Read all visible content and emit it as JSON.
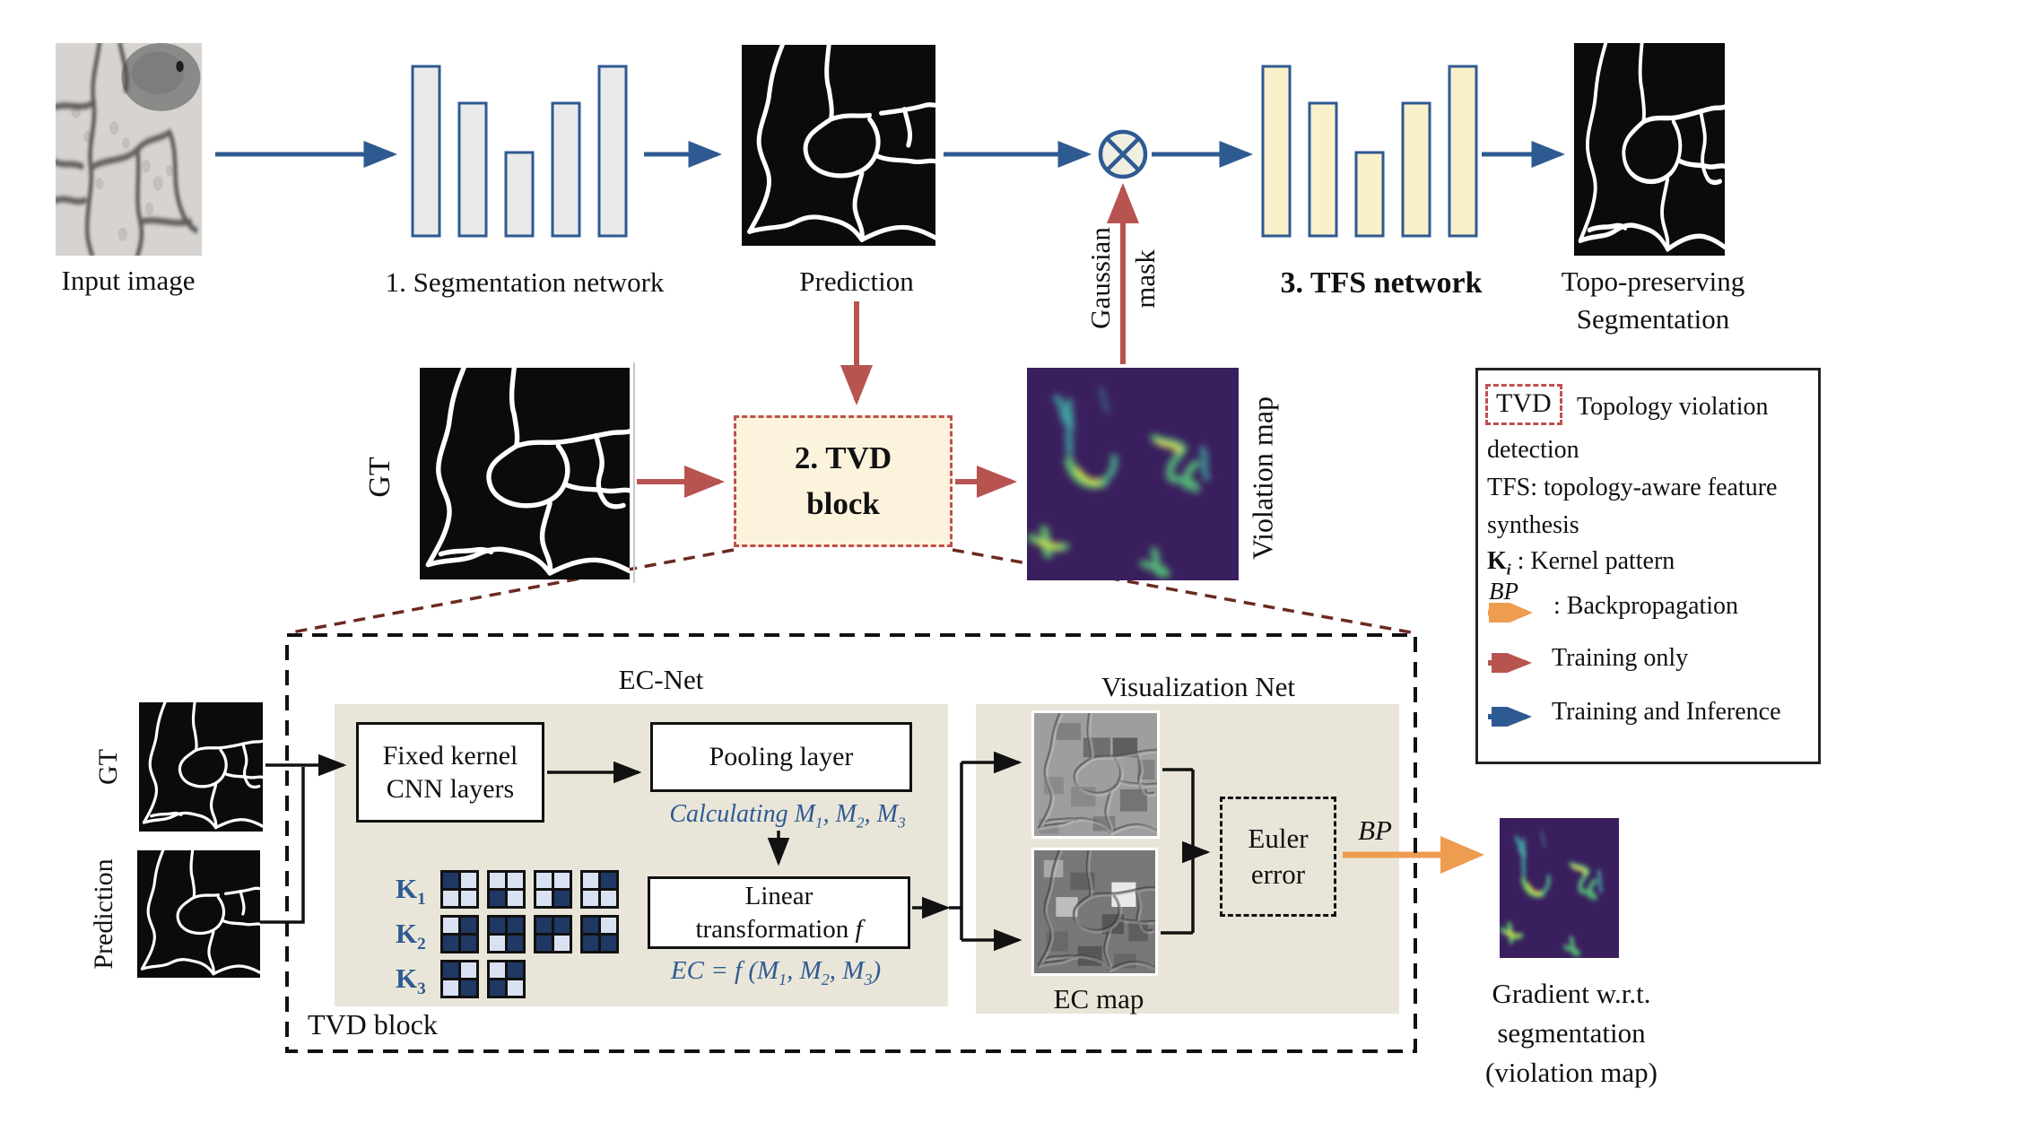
{
  "pipeline": {
    "input_label": "Input image",
    "seg_net_label": "1. Segmentation network",
    "prediction_label": "Prediction",
    "gaussian_word": "Gaussian",
    "mask_word": "mask",
    "tfs_label": "3. TFS network",
    "topo_label_line1": "Topo-preserving",
    "topo_label_line2": "Segmentation",
    "gt_label": "GT",
    "tvd_line1": "2. TVD",
    "tvd_line2": "block",
    "violation_label": "Violation map"
  },
  "legend": {
    "tvd_abbr": "TVD",
    "tvd_desc_line1": "Topology violation",
    "tvd_desc_line2": "detection",
    "tfs_line1": "TFS: topology-aware feature",
    "tfs_line2": "synthesis",
    "ki_abbr": "Kᵢ",
    "ki_desc": ": Kernel pattern",
    "bp_abbr": "BP",
    "bp_desc": ": Backpropagation",
    "training_only": "Training only",
    "training_inference": "Training and Inference"
  },
  "tvd_detail": {
    "block_label": "TVD block",
    "gt_label": "GT",
    "prediction_label": "Prediction",
    "ecnet_title": "EC-Net",
    "fixed_kernel_line1": "Fixed kernel",
    "fixed_kernel_line2": "CNN layers",
    "pooling_label": "Pooling layer",
    "calculating_text": "Calculating M₁, M₂, M₃",
    "linear_line1": "Linear",
    "linear_line2": "transformation",
    "linear_f": "f",
    "ec_formula": "EC = f (M₁, M₂, M₃)",
    "viz_title": "Visualization Net",
    "ec_map_label": "EC map",
    "euler_line1": "Euler",
    "euler_line2": "error",
    "bp_label": "BP",
    "gradient_line1": "Gradient w.r.t.",
    "gradient_line2": "segmentation",
    "gradient_line3": "(violation map)",
    "kernels": [
      {
        "label": "K₁",
        "patterns": [
          [
            1,
            0,
            0,
            0
          ],
          [
            0,
            0,
            1,
            0
          ],
          [
            0,
            0,
            0,
            1
          ],
          [
            0,
            1,
            0,
            0
          ]
        ]
      },
      {
        "label": "K₂",
        "patterns": [
          [
            0,
            1,
            1,
            1
          ],
          [
            1,
            1,
            0,
            1
          ],
          [
            1,
            1,
            1,
            0
          ],
          [
            1,
            0,
            1,
            1
          ]
        ]
      },
      {
        "label": "K₃",
        "patterns": [
          [
            1,
            0,
            0,
            1
          ],
          [
            0,
            1,
            1,
            0
          ]
        ]
      }
    ]
  },
  "colors": {
    "arrow_blue": "#2E5A92",
    "arrow_red": "#B85450",
    "arrow_orange": "#EE9C50",
    "expansion_dark_red": "#6B2A20",
    "panel_beige": "#E9E6D9",
    "tvd_fill": "#FBF3DC",
    "kernel_dark": "#1F3864",
    "kernel_light": "#D9E2F3",
    "seg_bar_fill": "#EAEAEA",
    "tfs_bar_fill": "#FAF0C9",
    "violation_bg": "#3A1F5E"
  }
}
